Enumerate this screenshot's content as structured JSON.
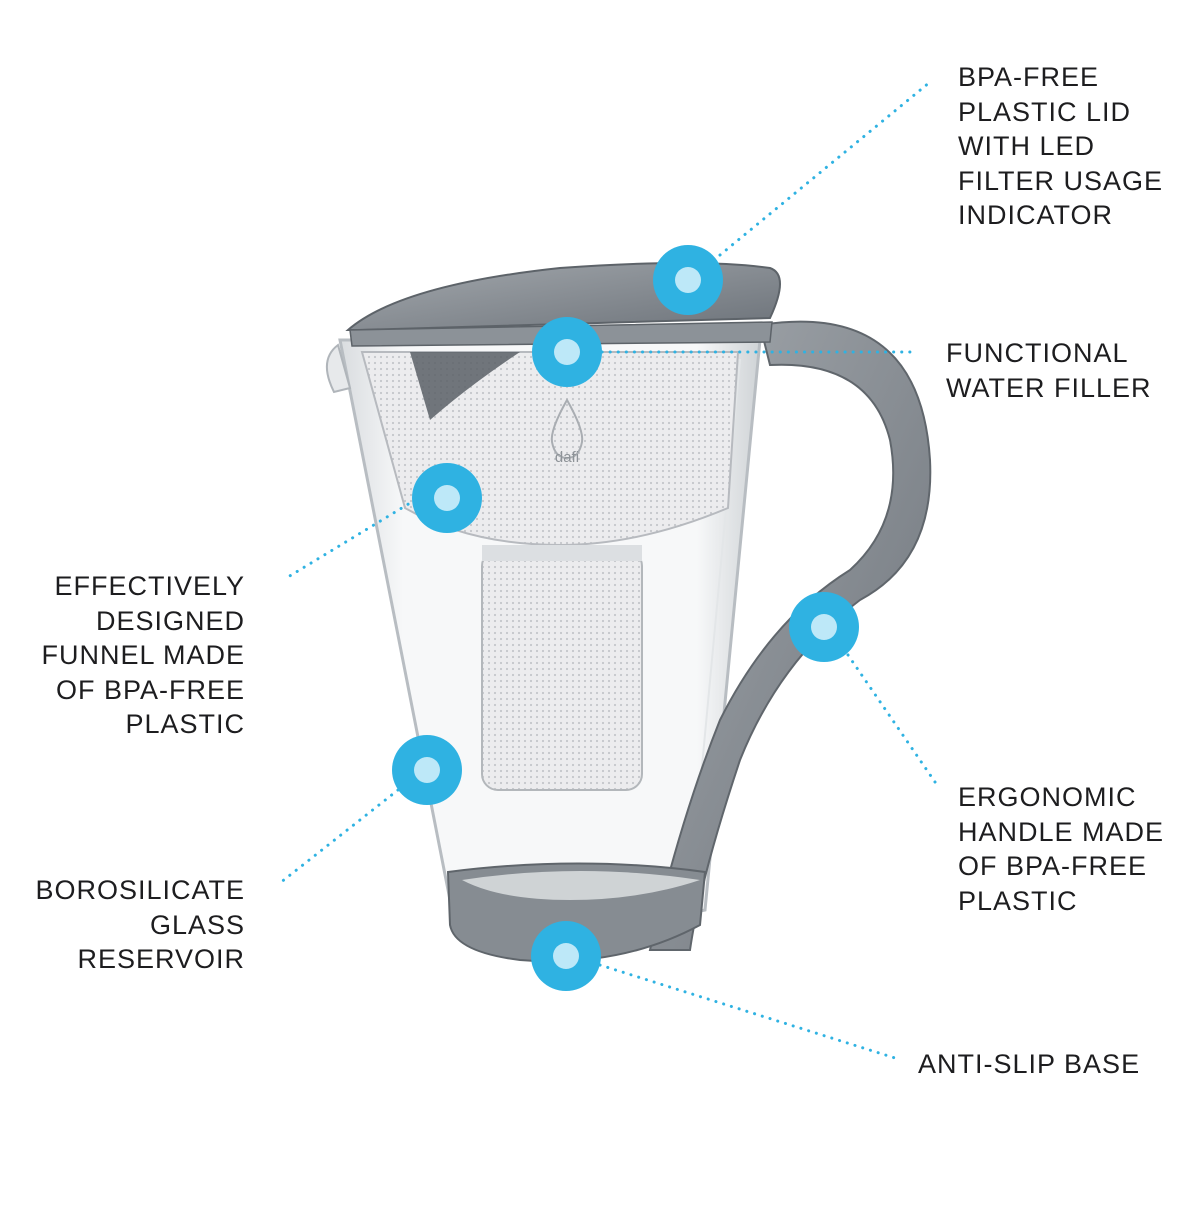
{
  "theme": {
    "accent": "#2fb2e2",
    "accent_center": "#bde8f8",
    "pitcher_grey": "#7e858c",
    "text": "#1d1d1f"
  },
  "product": {
    "brand_mark": "dafi"
  },
  "callouts": [
    {
      "id": "lid",
      "lines": [
        "BPA-FREE",
        "PLASTIC LID",
        "WITH LED",
        "FILTER USAGE",
        "INDICATOR"
      ]
    },
    {
      "id": "water-filler",
      "lines": [
        "FUNCTIONAL",
        "WATER FILLER"
      ]
    },
    {
      "id": "funnel",
      "lines": [
        "EFFECTIVELY",
        "DESIGNED",
        "FUNNEL MADE",
        "OF BPA-FREE",
        "PLASTIC"
      ]
    },
    {
      "id": "handle",
      "lines": [
        "ERGONOMIC",
        "HANDLE MADE",
        "OF BPA-FREE",
        "PLASTIC"
      ]
    },
    {
      "id": "glass-reservoir",
      "lines": [
        "BOROSILICATE",
        "GLASS",
        "RESERVOIR"
      ]
    },
    {
      "id": "base",
      "lines": [
        "ANTI-SLIP BASE"
      ]
    }
  ]
}
